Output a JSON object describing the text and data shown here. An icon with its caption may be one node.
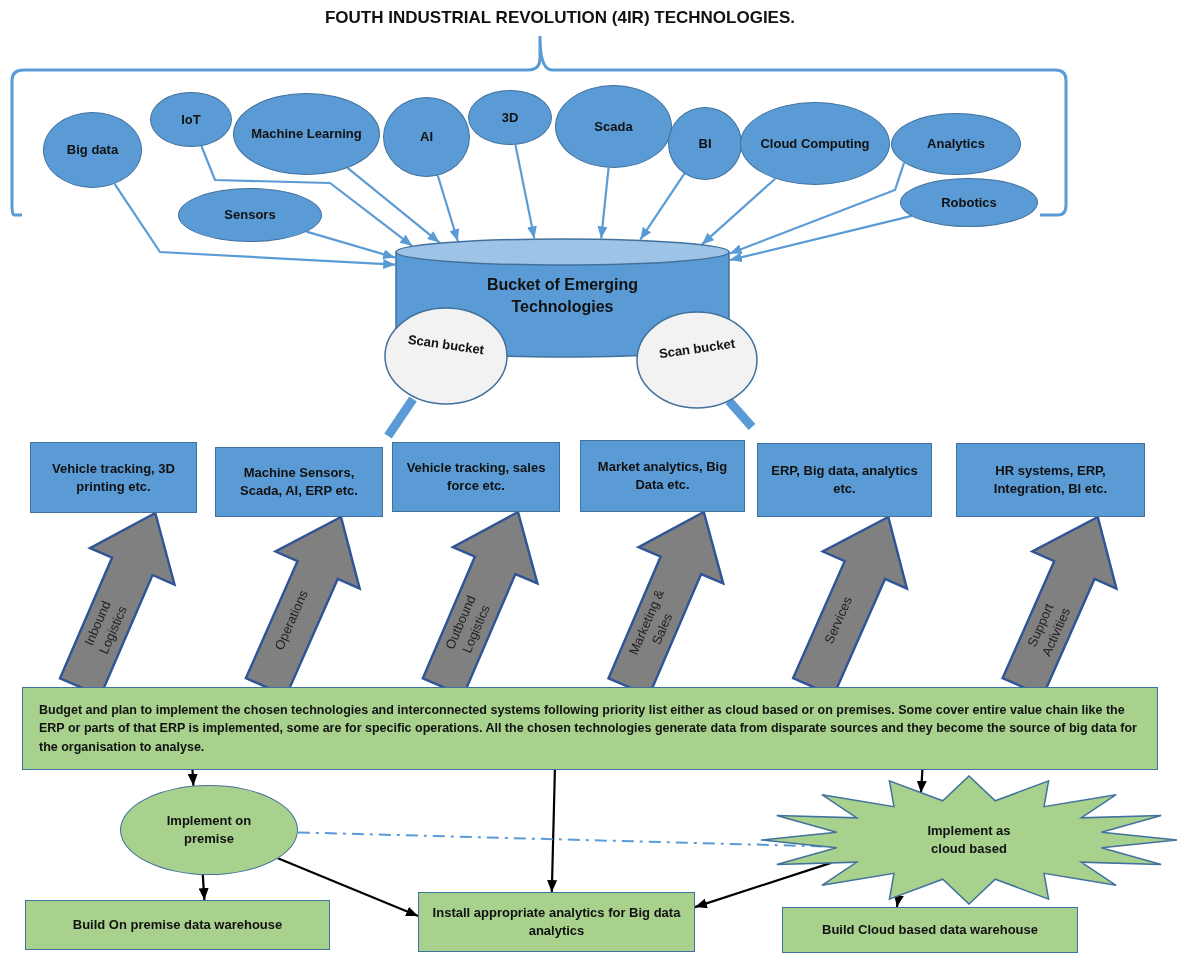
{
  "diagram": {
    "title": "FOUTH INDUSTRIAL REVOLUTION (4IR) TECHNOLOGIES.",
    "nodes": [
      {
        "text": [
          "Big data"
        ]
      },
      {
        "text": [
          "IoT"
        ]
      },
      {
        "text": [
          "Machine Learning"
        ]
      },
      {
        "text": [
          "AI"
        ]
      },
      {
        "text": [
          "3D"
        ]
      },
      {
        "text": [
          "Scada"
        ]
      },
      {
        "text": [
          "BI"
        ]
      },
      {
        "text": [
          "Cloud Computing"
        ]
      },
      {
        "text": [
          "Analytics"
        ]
      },
      {
        "text": [
          "Sensors"
        ]
      },
      {
        "text": [
          "Robotics"
        ]
      },
      {
        "text": [
          "Bucket of Emerging Technologies"
        ]
      },
      {
        "text": [
          "Scan bucket"
        ]
      },
      {
        "text": [
          "Scan bucket"
        ]
      },
      {
        "text": [
          "Vehicle tracking, 3D printing etc."
        ]
      },
      {
        "text": [
          "Machine Sensors, Scada, AI, ERP etc."
        ]
      },
      {
        "text": [
          "Vehicle tracking, sales force etc."
        ]
      },
      {
        "text": [
          "Market analytics, Big Data etc."
        ]
      },
      {
        "text": [
          "ERP, Big data, analytics etc."
        ]
      },
      {
        "text": [
          "HR systems, ERP, Integration, BI etc."
        ]
      },
      {
        "text": [
          "Budget and plan to implement the chosen technologies and interconnected systems following priority list either as cloud based or on premises. Some cover entire value chain like the ERP or parts of that ERP is implemented, some are for specific operations. All the chosen technologies generate data from disparate sources and they become the source of big data for the organisation to analyse."
        ]
      },
      {
        "text": [
          "Implement on premise"
        ]
      },
      {
        "text": [
          "Implement as cloud based"
        ]
      },
      {
        "text": [
          "Build On premise data warehouse"
        ]
      },
      {
        "text": [
          "Install appropriate analytics for Big data analytics"
        ]
      },
      {
        "text": [
          "Build Cloud based data warehouse"
        ]
      }
    ],
    "edges": [
      {
        "from": 0,
        "to": 11,
        "arrow": "to"
      },
      {
        "from": 1,
        "to": 11,
        "arrow": "to"
      },
      {
        "from": 2,
        "to": 11,
        "arrow": "to"
      },
      {
        "from": 3,
        "to": 11,
        "arrow": "to"
      },
      {
        "from": 4,
        "to": 11,
        "arrow": "to"
      },
      {
        "from": 5,
        "to": 11,
        "arrow": "to"
      },
      {
        "from": 6,
        "to": 11,
        "arrow": "to"
      },
      {
        "from": 7,
        "to": 11,
        "arrow": "to"
      },
      {
        "from": 8,
        "to": 11,
        "arrow": "to"
      },
      {
        "from": 9,
        "to": 11,
        "arrow": "to"
      },
      {
        "from": 10,
        "to": 11,
        "arrow": "to"
      },
      {
        "from": 20,
        "to": 14,
        "arrow": "to",
        "label": "Inbound Logistics",
        "style": "thick",
        "color": "#808080"
      },
      {
        "from": 20,
        "to": 15,
        "arrow": "to",
        "label": "Operations",
        "style": "thick",
        "color": "#808080"
      },
      {
        "from": 20,
        "to": 16,
        "arrow": "to",
        "label": "Outbound Logistics",
        "style": "thick",
        "color": "#808080"
      },
      {
        "from": 20,
        "to": 17,
        "arrow": "to",
        "label": "Marketing & Sales",
        "style": "thick",
        "color": "#808080"
      },
      {
        "from": 20,
        "to": 18,
        "arrow": "to",
        "label": "Services",
        "style": "thick",
        "color": "#808080"
      },
      {
        "from": 20,
        "to": 19,
        "arrow": "to",
        "label": "Support Activities",
        "style": "thick",
        "color": "#808080"
      },
      {
        "from": 20,
        "to": 21,
        "arrow": "to",
        "color": "#000000"
      },
      {
        "from": 20,
        "to": 24,
        "arrow": "to",
        "color": "#000000"
      },
      {
        "from": 20,
        "to": 22,
        "arrow": "to",
        "color": "#000000"
      },
      {
        "from": 21,
        "to": 23,
        "arrow": "to",
        "color": "#000000"
      },
      {
        "from": 21,
        "to": 24,
        "arrow": "to",
        "color": "#000000"
      },
      {
        "from": 22,
        "to": 25,
        "arrow": "to",
        "color": "#000000"
      },
      {
        "from": 22,
        "to": 24,
        "arrow": "to",
        "color": "#000000"
      },
      {
        "from": 21,
        "to": 22,
        "arrow": "none",
        "style": "dashed"
      }
    ]
  }
}
